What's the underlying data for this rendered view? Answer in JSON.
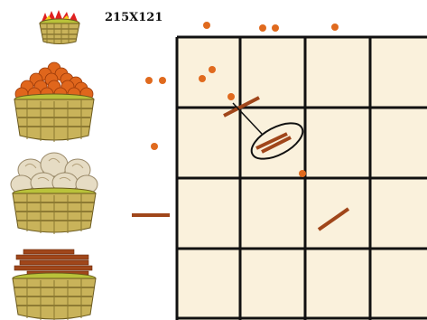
{
  "header": {
    "dimensions_label": "215X121"
  },
  "baskets": [
    {
      "name": "small-mixed-basket",
      "contents": "red-and-yellow-items"
    },
    {
      "name": "orange-basket",
      "contents": "orange-fruit-pile"
    },
    {
      "name": "shell-basket",
      "contents": "shell-pile"
    },
    {
      "name": "stick-basket",
      "contents": "brown-stick-pile"
    }
  ],
  "grid": {
    "rows": 4,
    "cols": 4,
    "background": "#faf1dc",
    "line_color": "#111111"
  },
  "colors": {
    "orange_dot": "#e06a1e",
    "stick_brown": "#a0461a",
    "basket_wicker": "#c9b35a",
    "basket_dark": "#6b5a1e",
    "basket_green": "#b9c23a"
  }
}
